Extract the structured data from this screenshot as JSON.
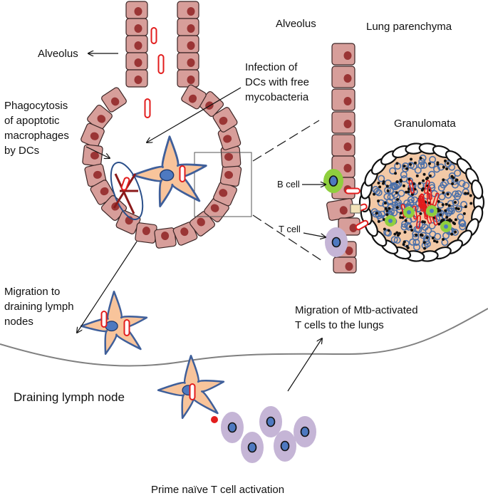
{
  "labels": {
    "alveolus_left": "Alveolus",
    "alveolus_top": "Alveolus",
    "lung_parenchyma": "Lung parenchyma",
    "infection_line1": "Infection of",
    "infection_line2": "DCs with free",
    "infection_line3": "mycobacteria",
    "phago_line1": "Phagocytosis",
    "phago_line2": "of apoptotic",
    "phago_line3": "macrophages",
    "phago_line4": "by DCs",
    "granulomata": "Granulomata",
    "b_cell": "B cell",
    "t_cell": "T cell",
    "migration_ln_line1": "Migration to",
    "migration_ln_line2": "draining lymph",
    "migration_ln_line3": "nodes",
    "migration_mtb_line1": "Migration of Mtb-activated",
    "migration_mtb_line2": "T cells to the lungs",
    "draining_ln": "Draining lymph node",
    "prime": "Prime naïve T cell activation"
  },
  "colors": {
    "epithelium_fill": "#d79e9a",
    "epithelium_stroke": "#3b2525",
    "nucleus": "#9a3535",
    "dc_body": "#f8c49b",
    "dc_outline": "#3f5f9a",
    "dc_nucleus": "#4e79c0",
    "bacterium": "#e21d1d",
    "b_cell": "#8fcf3e",
    "t_cell": "#c5b5d6",
    "lymph_line": "#808080"
  }
}
